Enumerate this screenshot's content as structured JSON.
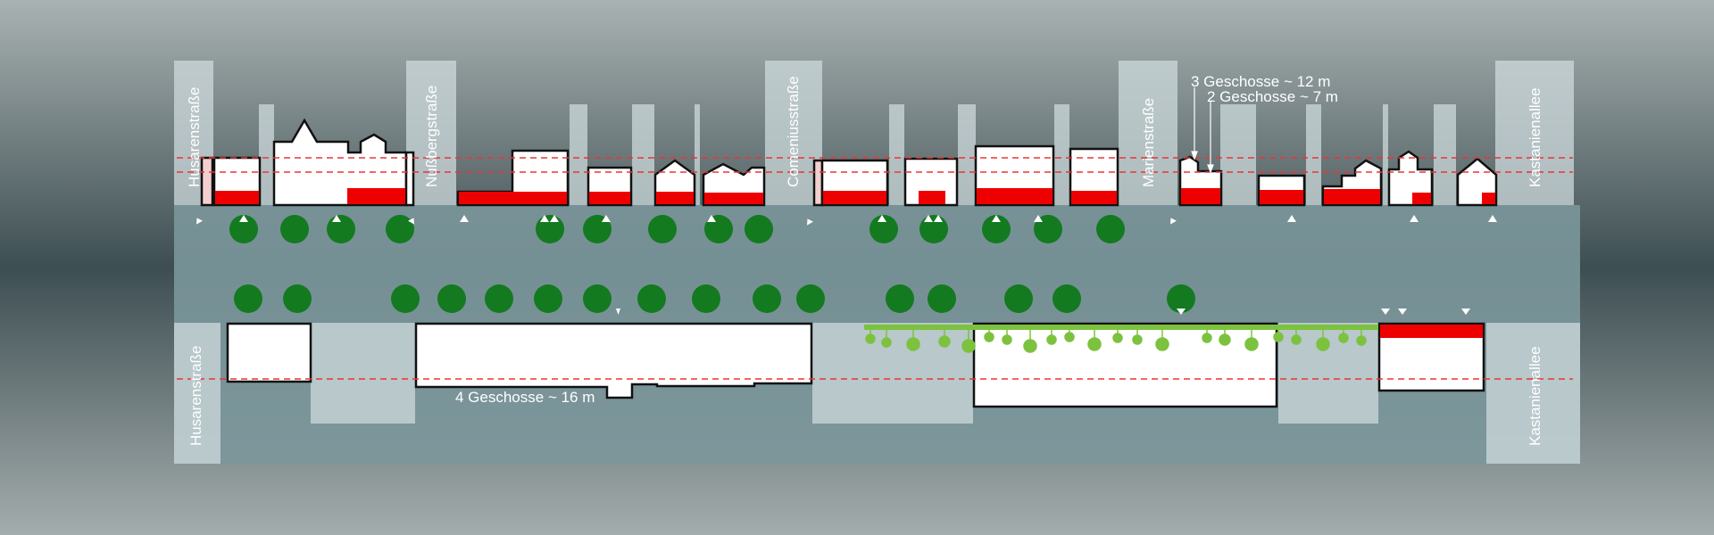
{
  "streets": {
    "husaren_top": "Husarenstraße",
    "nussberg": "Nußbergstraße",
    "comenius": "Comeniusstraße",
    "marien": "Marienstraße",
    "kastanien_top": "Kastanienallee",
    "husaren_bottom": "Husarenstraße",
    "kastanien_bottom": "Kastanienallee"
  },
  "annotations": {
    "three_storey": "3 Geschosse ~ 12 m",
    "two_storey": "2 Geschosse ~ 7 m",
    "four_storey": "4 Geschosse ~ 16 m"
  },
  "colors": {
    "background_light": "#a7b0b0",
    "background_dark": "#3c4d51",
    "band": "#7b979b",
    "pale": "#cddadc",
    "building_fill": "#ffffff",
    "building_stroke": "#111111",
    "ground_floor": "#ee0000",
    "height_line": "#ee3333",
    "tree": "#137a1f",
    "light_green": "#7cc23f",
    "marker": "#ffffff"
  }
}
